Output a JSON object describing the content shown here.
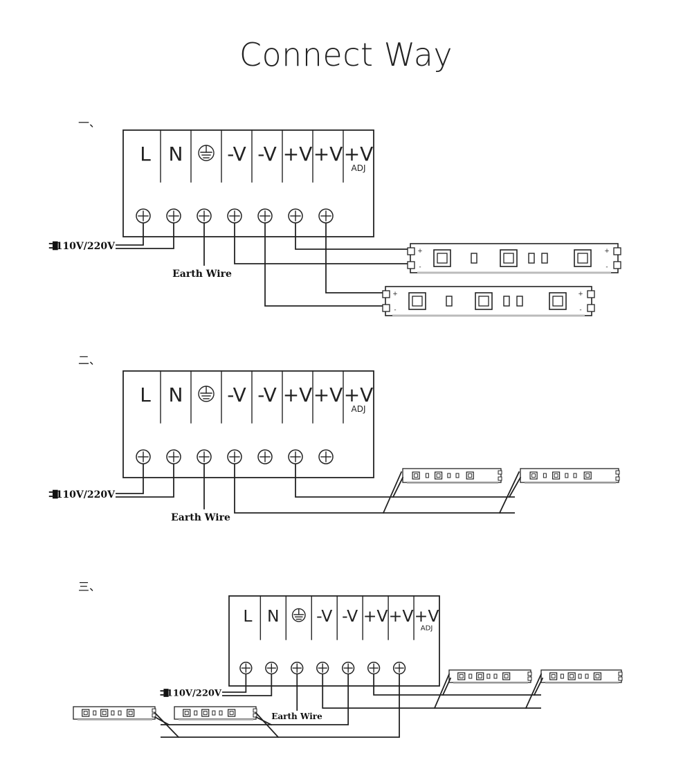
{
  "title": "Connect Way",
  "terminals": [
    "L",
    "N",
    "earth",
    "-V",
    "-V",
    "+V",
    "+V",
    "+V"
  ],
  "adj_label": "ADJ",
  "plug_label": "110V/220V",
  "earth_label": "Earth Wire",
  "strip_plus": "+",
  "strip_minus": "-",
  "sections": [
    {
      "marker": "一、"
    },
    {
      "marker": "二、"
    },
    {
      "marker": "三、"
    }
  ]
}
